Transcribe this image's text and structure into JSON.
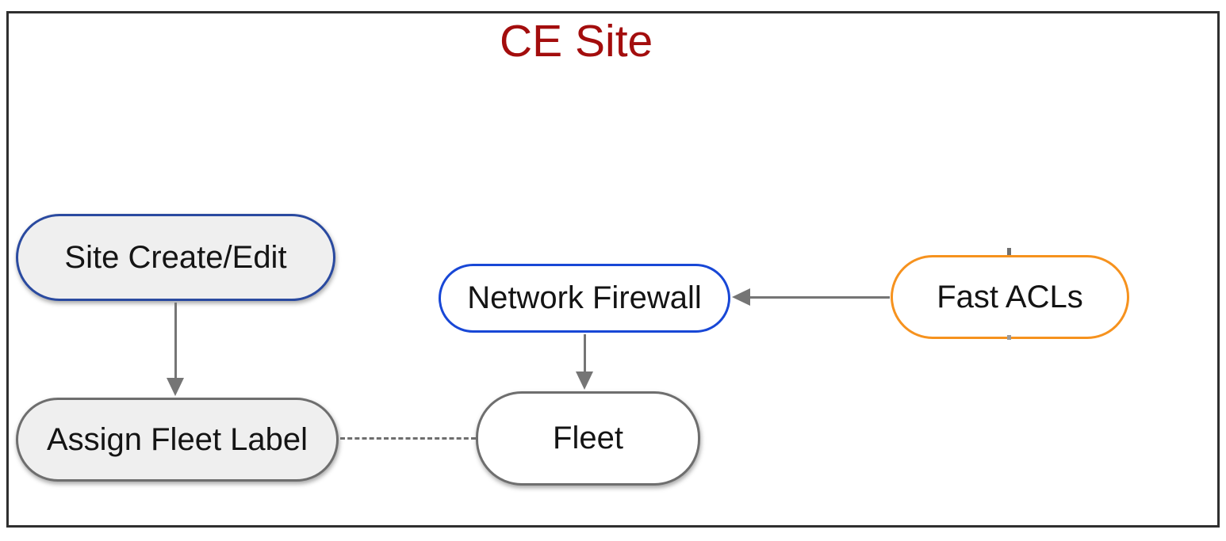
{
  "diagram": {
    "title": "CE Site",
    "title_color": "#a30d0d",
    "frame_color": "#2f2f2f",
    "connector_color": "#757575",
    "dashed_connector_color": "#6e6e6e",
    "nodes": [
      {
        "id": "site-create-edit",
        "label": "Site Create/Edit",
        "border_color": "#2a4aa0",
        "fill_color": "#efefef",
        "shadow": true
      },
      {
        "id": "assign-fleet-label",
        "label": "Assign Fleet Label",
        "border_color": "#6e6e6e",
        "fill_color": "#efefef",
        "shadow": true
      },
      {
        "id": "network-firewall",
        "label": "Network Firewall",
        "border_color": "#1847d6",
        "fill_color": "#ffffff",
        "shadow": false
      },
      {
        "id": "fleet",
        "label": "Fleet",
        "border_color": "#6e6e6e",
        "fill_color": "#ffffff",
        "shadow": true
      },
      {
        "id": "fast-acls",
        "label": "Fast ACLs",
        "border_color": "#f6921e",
        "fill_color": "#ffffff",
        "shadow": false
      }
    ],
    "edges": [
      {
        "from": "site-create-edit",
        "to": "assign-fleet-label",
        "type": "arrow",
        "direction": "down"
      },
      {
        "from": "network-firewall",
        "to": "fleet",
        "type": "arrow",
        "direction": "down"
      },
      {
        "from": "fast-acls",
        "to": "network-firewall",
        "type": "arrow",
        "direction": "left"
      },
      {
        "from": "assign-fleet-label",
        "to": "fleet",
        "type": "dashed-line",
        "direction": "horizontal"
      }
    ]
  }
}
